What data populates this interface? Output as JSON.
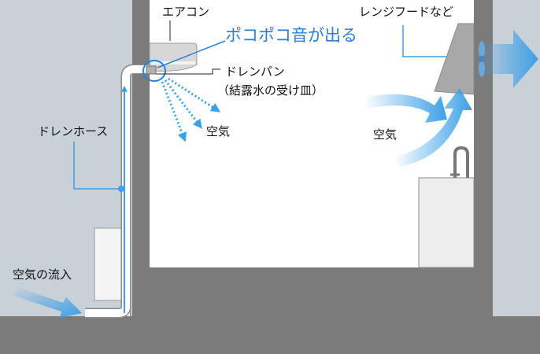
{
  "labels": {
    "aircon": "エアコン",
    "pokopoko": "ポコポコ音が出る",
    "drain_pan": "ドレンパン",
    "drain_pan_note": "（結露水の受け皿）",
    "range_hood": "レンジフードなど",
    "air_left": "空気",
    "air_right": "空気",
    "drain_hose": "ドレンホース",
    "air_inflow": "空気の流入"
  },
  "colors": {
    "wall": "#c8d0d8",
    "ceiling_floor": "#7b7b7b",
    "room": "#ffffff",
    "airflow_blue": "#3aa0e8",
    "highlight_blue": "#2a7fd6",
    "device_gray": "#a0a0a0"
  },
  "icons": {
    "fan": "fan-icon",
    "faucet": "faucet-icon"
  }
}
